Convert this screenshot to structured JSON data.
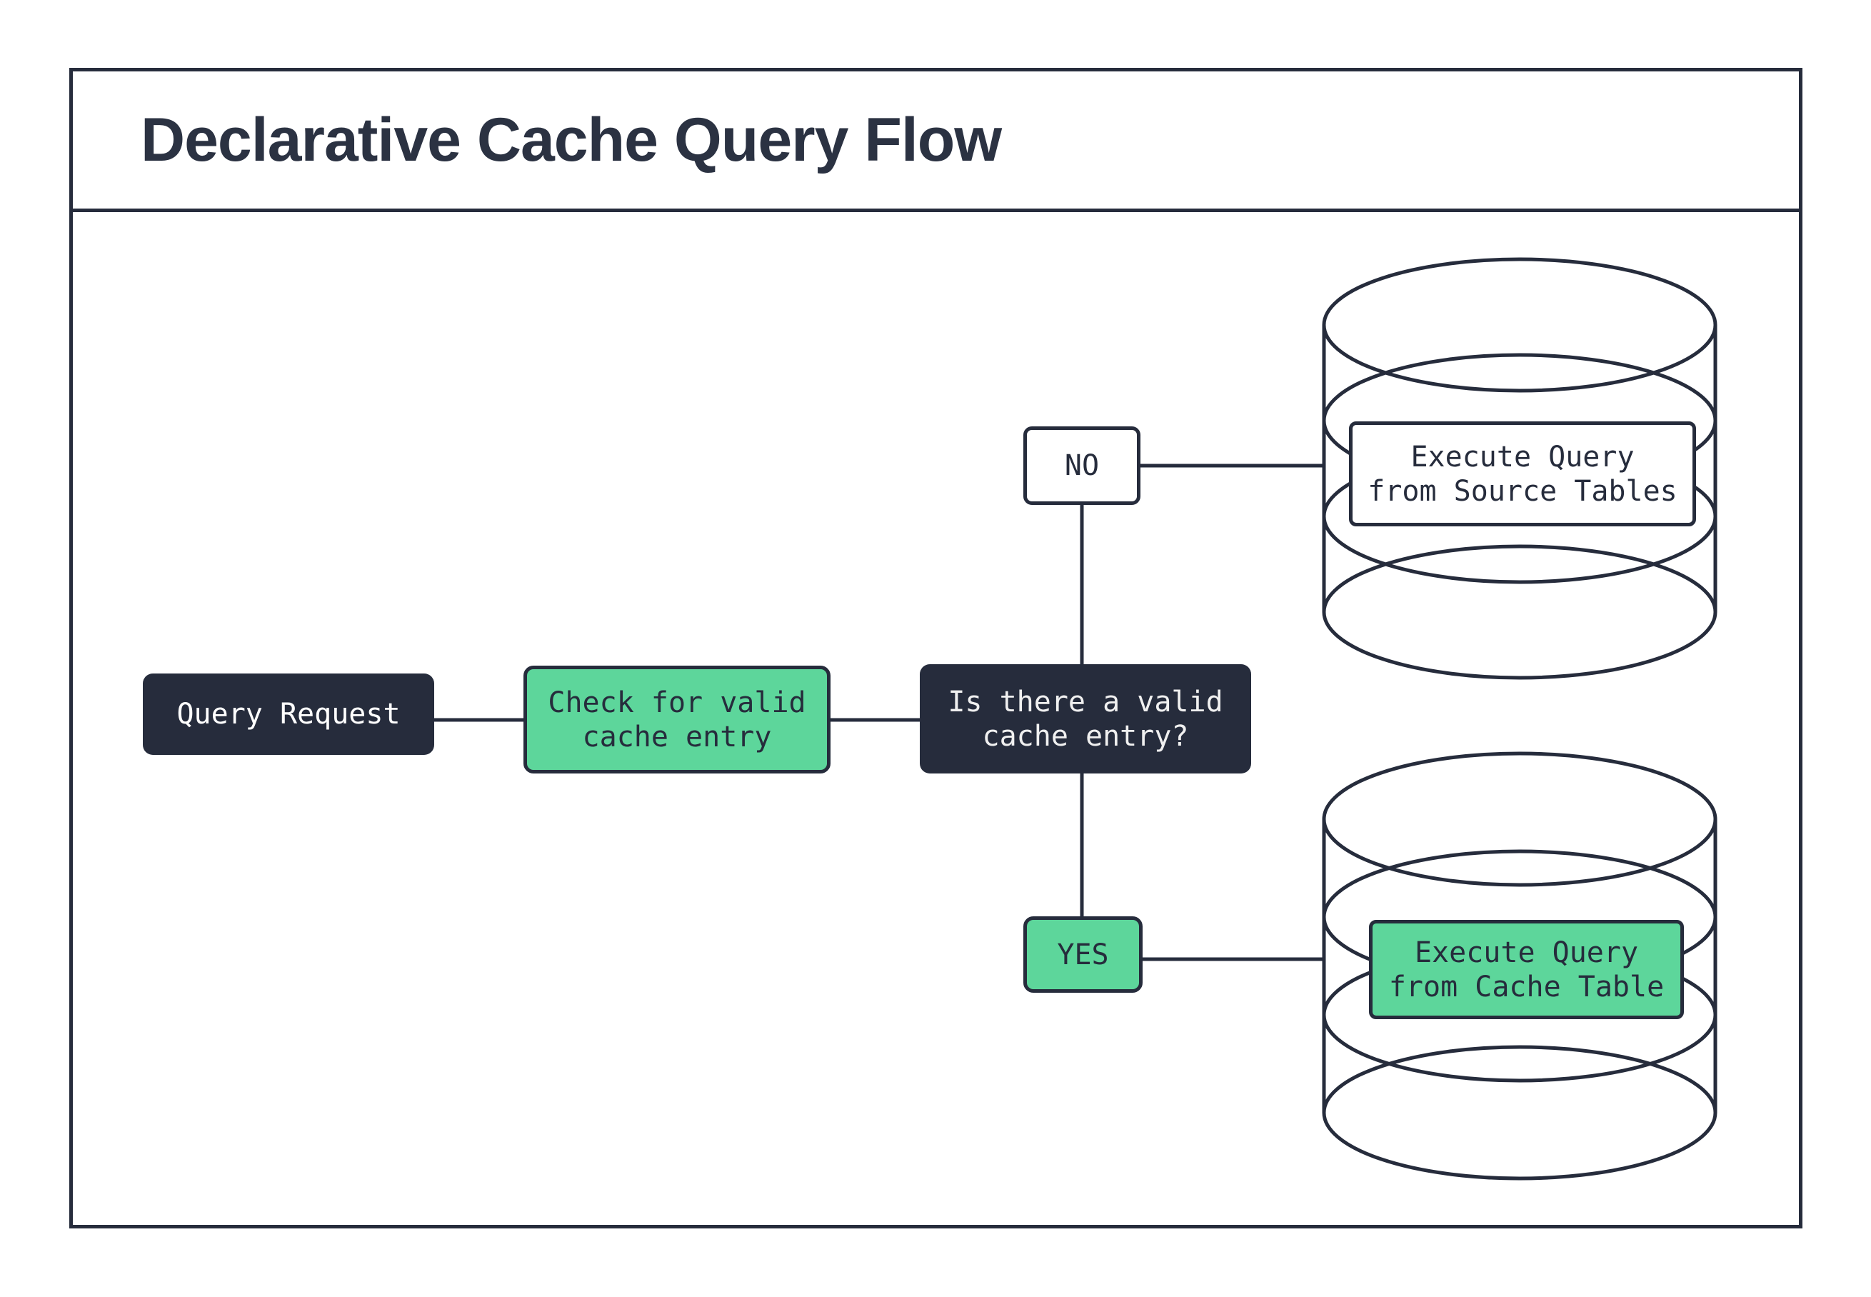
{
  "title": "Declarative Cache Query Flow",
  "nodes": {
    "query_request": {
      "label": "Query Request"
    },
    "check_cache": {
      "line1": "Check for valid",
      "line2": "cache entry"
    },
    "decision": {
      "line1": "Is there a valid",
      "line2": "cache entry?"
    },
    "edge_no": {
      "label": "NO"
    },
    "edge_yes": {
      "label": "YES"
    },
    "execute_source": {
      "line1": "Execute Query",
      "line2": "from Source Tables"
    },
    "execute_cache": {
      "line1": "Execute Query",
      "line2": "from Cache Table"
    }
  },
  "colors": {
    "dark_navy": "#262c3c",
    "green": "#5dd69b",
    "light_text": "#f0f0f0",
    "white": "#ffffff"
  }
}
